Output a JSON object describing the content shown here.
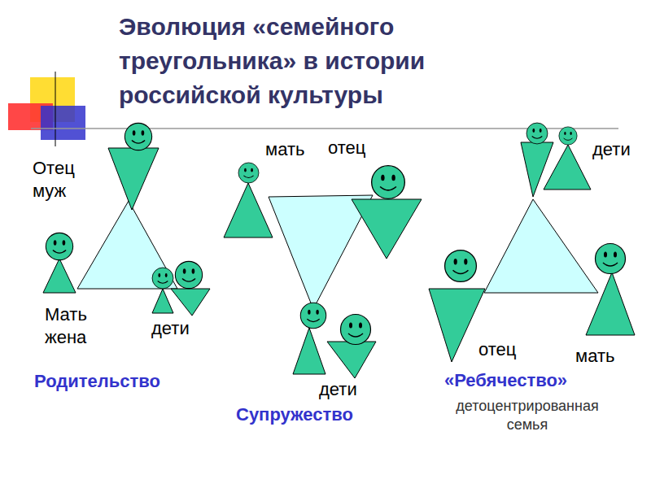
{
  "diagram": {
    "title": "Эволюция «семейного треугольника» в истории российской культуры",
    "labels": [
      "Отец муж",
      "Мать жена",
      "дети",
      "Родительство",
      "мать",
      "отец",
      "дети",
      "Супружество",
      "дети",
      "отец",
      "мать",
      "«Ребячество»",
      "детоцентрированная семья"
    ]
  }
}
